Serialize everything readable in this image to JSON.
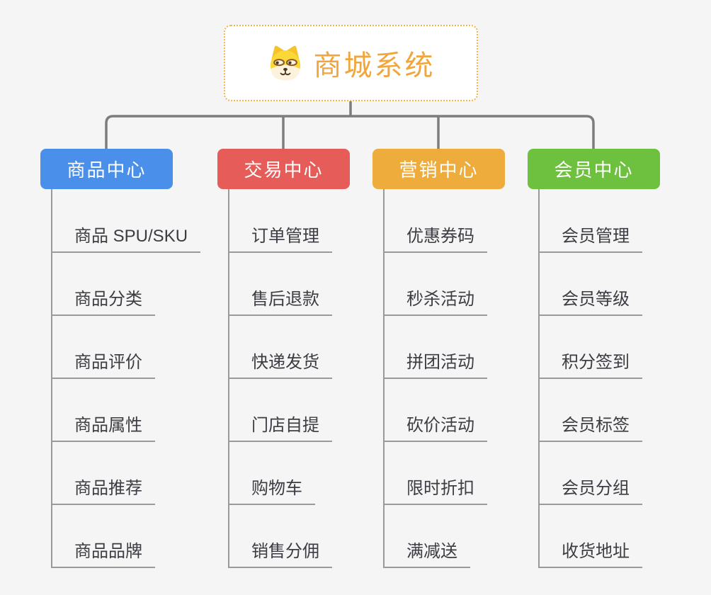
{
  "root": {
    "label": "商城系统",
    "icon": "doge-icon",
    "text_color": "#f0a63c",
    "border_color": "#f6b544"
  },
  "branches": [
    {
      "label": "商品中心",
      "color": "#4a8fe9",
      "children": [
        "商品 SPU/SKU",
        "商品分类",
        "商品评价",
        "商品属性",
        "商品推荐",
        "商品品牌"
      ]
    },
    {
      "label": "交易中心",
      "color": "#e55c58",
      "children": [
        "订单管理",
        "售后退款",
        "快递发货",
        "门店自提",
        "购物车",
        "销售分佣"
      ]
    },
    {
      "label": "营销中心",
      "color": "#edac3c",
      "children": [
        "优惠券码",
        "秒杀活动",
        "拼团活动",
        "砍价活动",
        "限时折扣",
        "满减送"
      ]
    },
    {
      "label": "会员中心",
      "color": "#6ec13f",
      "children": [
        "会员管理",
        "会员等级",
        "积分签到",
        "会员标签",
        "会员分组",
        "收货地址"
      ]
    }
  ],
  "connector_color": "#7d7d7d",
  "leaf_line_color": "#9a9a9a"
}
